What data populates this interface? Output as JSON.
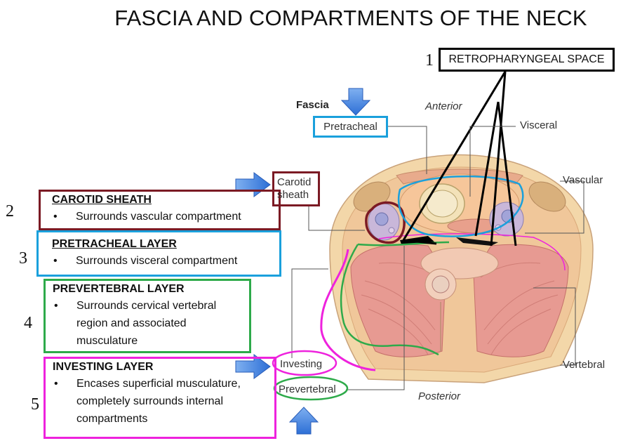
{
  "title": "FASCIA AND COMPARTMENTS OF THE NECK",
  "numbers": [
    "1",
    "2",
    "3",
    "4",
    "5"
  ],
  "callout": "RETROPHARYNGEAL SPACE",
  "boxes": {
    "carotid": {
      "heading": "CAROTID SHEATH",
      "bullet": "•",
      "text": "Surrounds vascular compartment",
      "color": "#7b1a24"
    },
    "pretracheal": {
      "heading": "PRETRACHEAL LAYER",
      "bullet": "•",
      "text": "Surrounds visceral compartment",
      "color": "#1aa0dc"
    },
    "prevertebral": {
      "heading": "PREVERTEBRAL LAYER",
      "bullet": "•",
      "text": "Surrounds cervical vertebral region and associated musculature",
      "color": "#2eaa4a"
    },
    "investing": {
      "heading": "INVESTING LAYER",
      "bullet": "•",
      "text": "Encases superficial musculature, completely surrounds internal compartments",
      "color": "#ee22dd"
    }
  },
  "diagram": {
    "fascia_heading": "Fascia",
    "orientation_top": "Anterior",
    "orientation_bottom": "Posterior",
    "fascia_labels": {
      "pretracheal": "Pretracheal",
      "carotid_line1": "Carotid",
      "carotid_line2": "sheath",
      "investing": "Investing",
      "prevertebral": "Prevertebral"
    },
    "compartments": {
      "visceral": "Visceral",
      "vascular": "Vascular",
      "vertebral": "Vertebral"
    }
  },
  "icons": [
    "down-arrow-icon",
    "right-arrow-icon",
    "up-arrow-icon"
  ]
}
